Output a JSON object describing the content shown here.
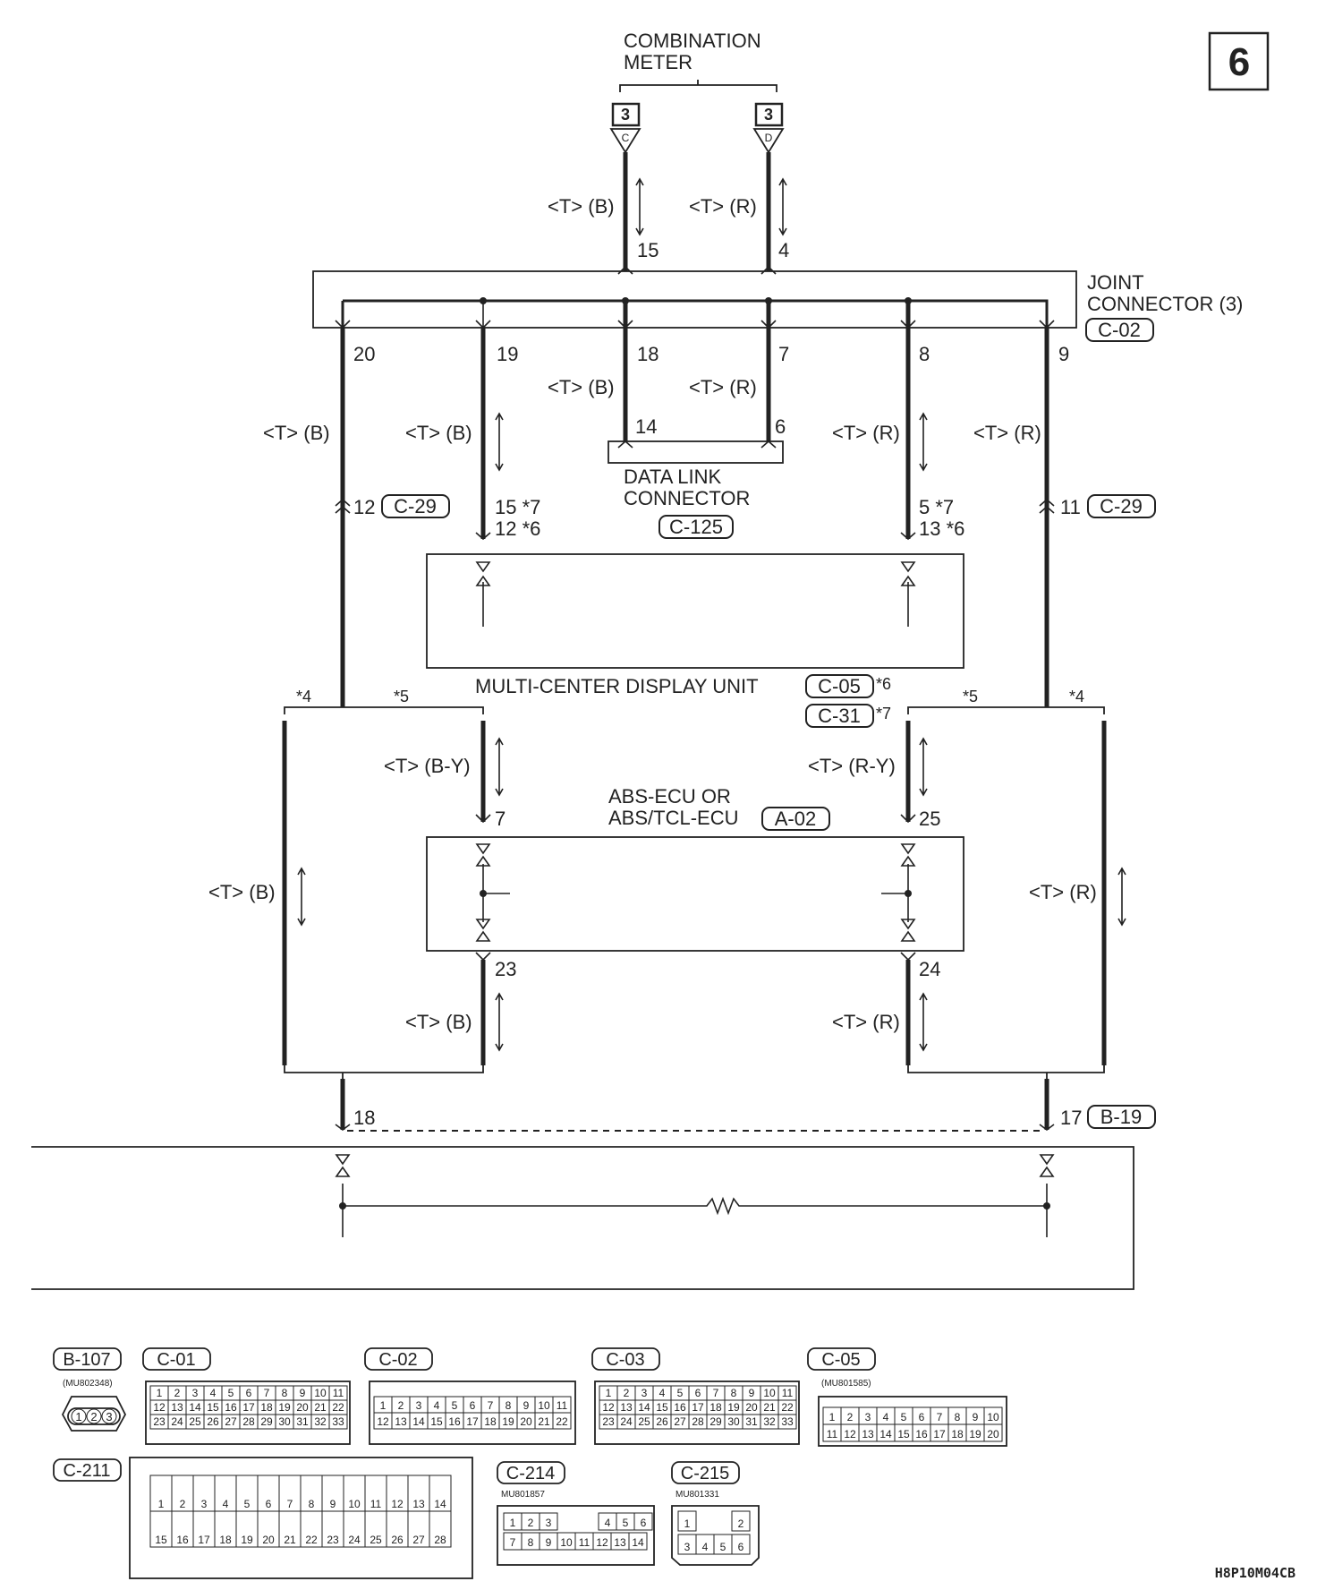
{
  "page_number": "6",
  "figure_code": "H8P10M04CB",
  "components": {
    "combination_meter": {
      "line1": "COMBINATION",
      "line2": "METER",
      "terminal_left": "3",
      "terminal_right": "3",
      "pin_left": "C",
      "pin_right": "D"
    },
    "joint_connector": {
      "line1": "JOINT",
      "line2": "CONNECTOR (3)",
      "code": "C-02"
    },
    "data_link_connector": {
      "line1": "DATA LINK",
      "line2": "CONNECTOR",
      "code": "C-125"
    },
    "multi_center_display": {
      "label": "MULTI-CENTER DISPLAY UNIT",
      "code1": "C-05",
      "note1": "*6",
      "code2": "C-31",
      "note2": "*7"
    },
    "abs_ecu": {
      "line1": "ABS-ECU OR",
      "line2": "ABS/TCL-ECU",
      "code": "A-02"
    },
    "bottom_connector": {
      "code": "B-19"
    }
  },
  "wire_labels": {
    "tb": "<T> (B)",
    "tr": "<T> (R)",
    "tby": "<T> (B-Y)",
    "try": "<T> (R-Y)"
  },
  "pins": {
    "p15": "15",
    "p4": "4",
    "p20": "20",
    "p19": "19",
    "p18": "18",
    "p7": "7",
    "p8": "8",
    "p9": "9",
    "p14": "14",
    "p6": "6",
    "p12": "12",
    "p11": "11",
    "p15n7": "15 *7",
    "p12n6": "12 *6",
    "p5n7": "5 *7",
    "p13n6": "13 *6",
    "p7b": "7",
    "p25": "25",
    "p23": "23",
    "p24": "24",
    "p18b": "18",
    "p17": "17"
  },
  "connector_refs": {
    "c29": "C-29"
  },
  "notes": {
    "n4": "*4",
    "n5": "*5"
  },
  "legend": {
    "b107": "B-107",
    "b107_part": "(MU802348)",
    "c01": "C-01",
    "c02": "C-02",
    "c03": "C-03",
    "c05": "C-05",
    "c05_part": "(MU801585)",
    "c211": "C-211",
    "c214": "C-214",
    "c214_part": "MU801857",
    "c215": "C-215",
    "c215_part": "MU801331"
  }
}
